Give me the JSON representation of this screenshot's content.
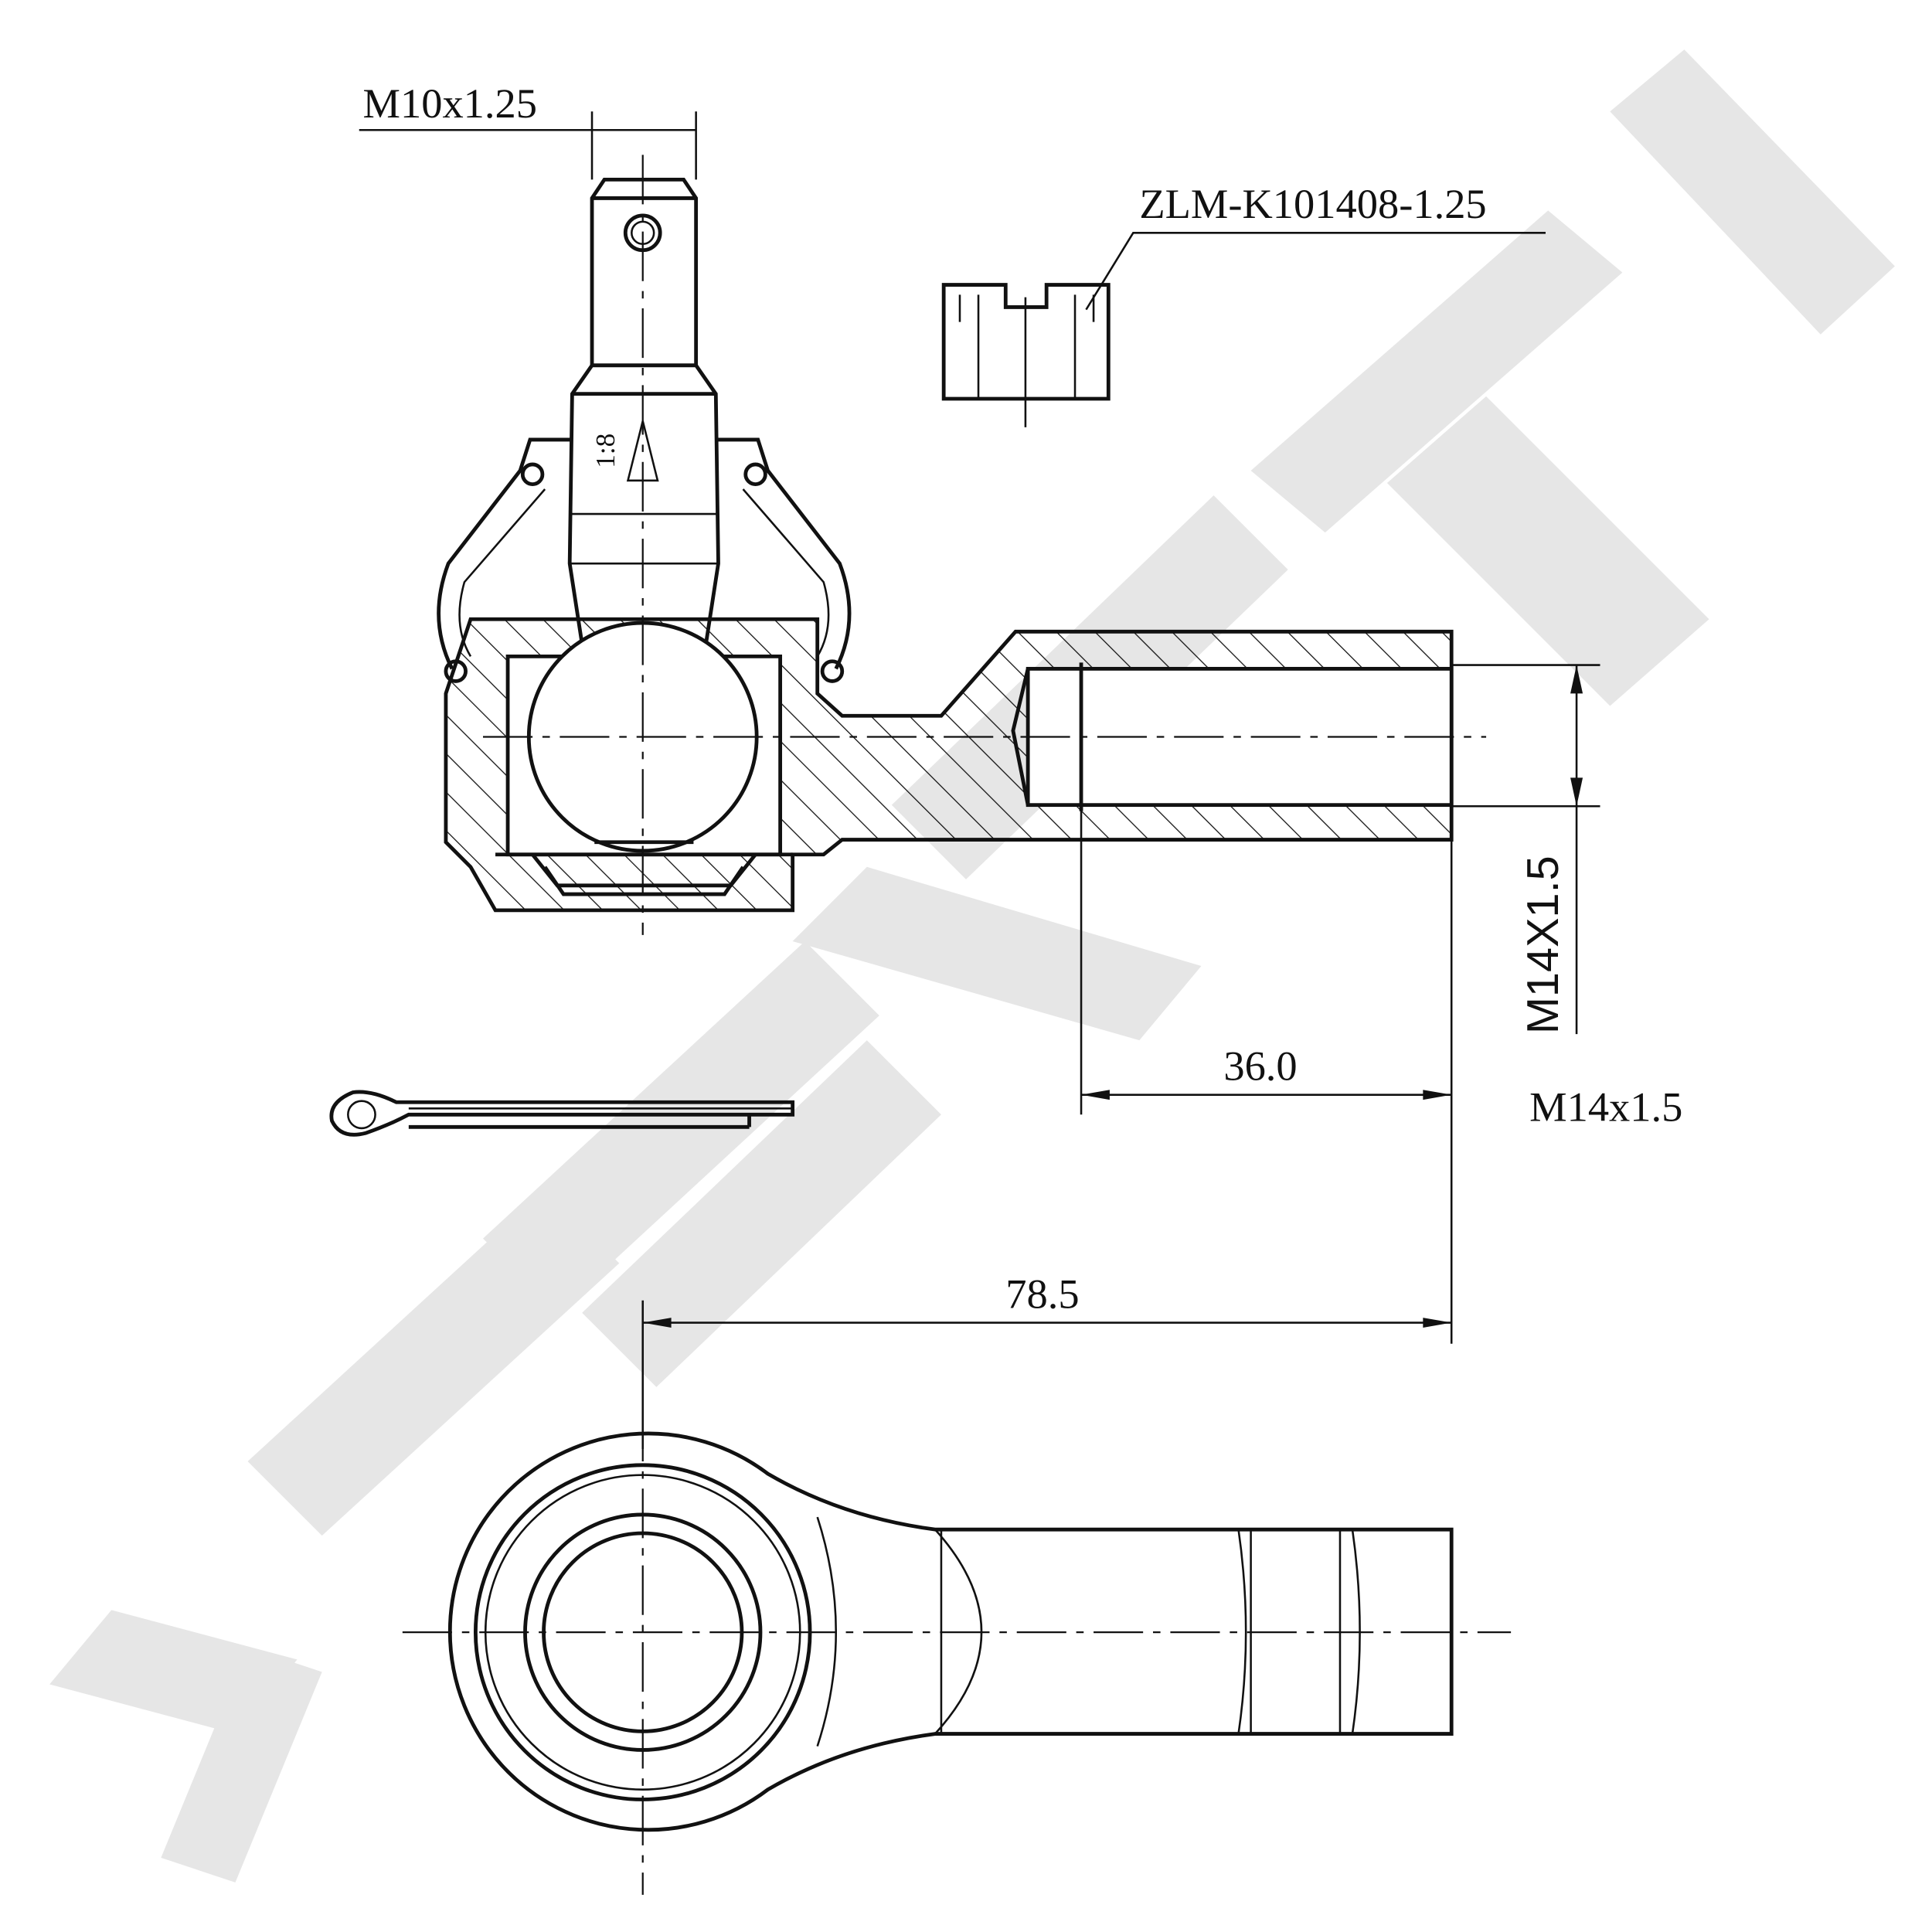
{
  "labels": {
    "stud_thread": "M10x1.25",
    "nut_part_number": "ZLM-K101408-1.25",
    "taper": "1:8",
    "thread_vertical": "M14X1.5",
    "thread_length": "36.0",
    "thread_callout": "M14x1.5",
    "overall_length": "78.5"
  },
  "colors": {
    "line": "#111111",
    "watermark": "#e6e6e6"
  }
}
